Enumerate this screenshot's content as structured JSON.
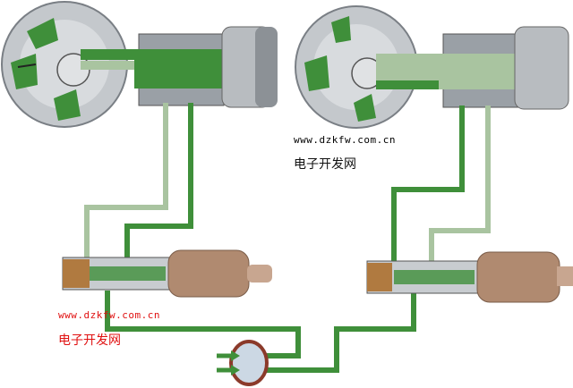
{
  "watermarks": [
    {
      "url": "www.dzkfw.com.cn",
      "name": "电子开发网",
      "color": "#111111"
    },
    {
      "url": "www.dzkfw.com.cn",
      "name": "电子开发网",
      "color": "#e01010"
    }
  ],
  "colors": {
    "oil_pressure": "#3f8f3a",
    "oil_return": "#a9c4a0",
    "metal": "#c4c8cc",
    "solenoid_body": "#b08a70"
  }
}
